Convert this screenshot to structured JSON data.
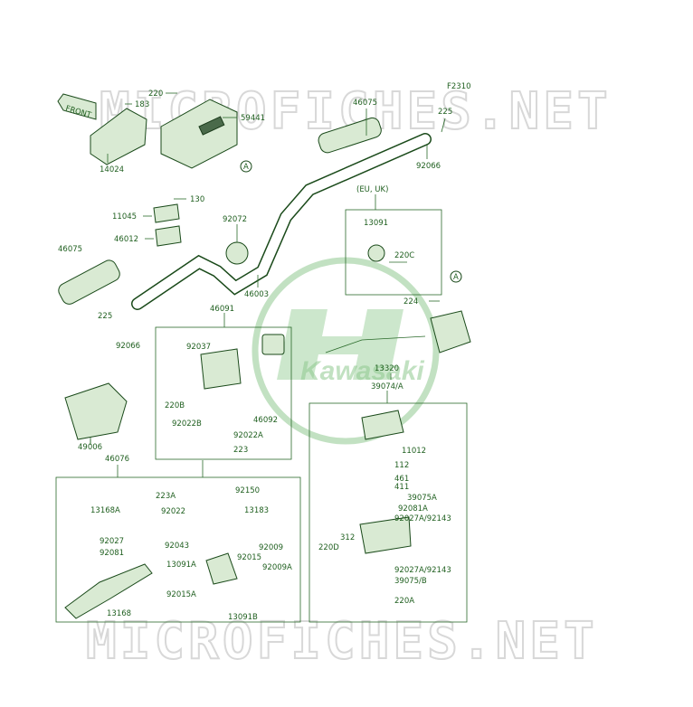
{
  "diagram_code": "F2310",
  "watermark": "MICROFICHES.NET",
  "logo_text": "Kawasaki",
  "front_label": "FRONT",
  "region_label": "(EU, UK)",
  "ref_marker": "A",
  "callouts": {
    "c220": "220",
    "c183": "183",
    "c59441": "59441",
    "c14024": "14024",
    "c46075a": "46075",
    "c225a": "225",
    "c92066a": "92066",
    "c130": "130",
    "c11045": "11045",
    "c46012": "46012",
    "c92072": "92072",
    "c46003": "46003",
    "c13091": "13091",
    "c220c": "220C",
    "c224": "224",
    "c46075b": "46075",
    "c225b": "225",
    "c92066b": "92066",
    "c46091": "46091",
    "c92037": "92037",
    "c220b": "220B",
    "c46092": "46092",
    "c92022b": "92022B",
    "c92022a": "92022A",
    "c223": "223",
    "c13320": "13320",
    "c39074a": "39074/A",
    "c11012": "11012",
    "c112": "112",
    "c461": "461",
    "c411": "411",
    "c39075a": "39075A",
    "c92081a_r": "92081A",
    "c92027a92143a": "92027A/92143",
    "c312": "312",
    "c220d": "220D",
    "c92027a92143b": "92027A/92143",
    "c39075b": "39075/B",
    "c220a_r": "220A",
    "c49006": "49006",
    "c46076": "46076",
    "c223a": "223A",
    "c92150": "92150",
    "c13168a": "13168A",
    "c92022": "92022",
    "c13183": "13183",
    "c92027": "92027",
    "c92043": "92043",
    "c92009": "92009",
    "c92081": "92081",
    "c92015": "92015",
    "c13091a": "13091A",
    "c92009a": "92009A",
    "c92015a": "92015A",
    "c13168": "13168",
    "c13091b": "13091B"
  },
  "colors": {
    "line": "#2a6a2a",
    "text": "#1f5f1f",
    "part_fill": "#d9ead3",
    "logo": "#8fc98f"
  }
}
